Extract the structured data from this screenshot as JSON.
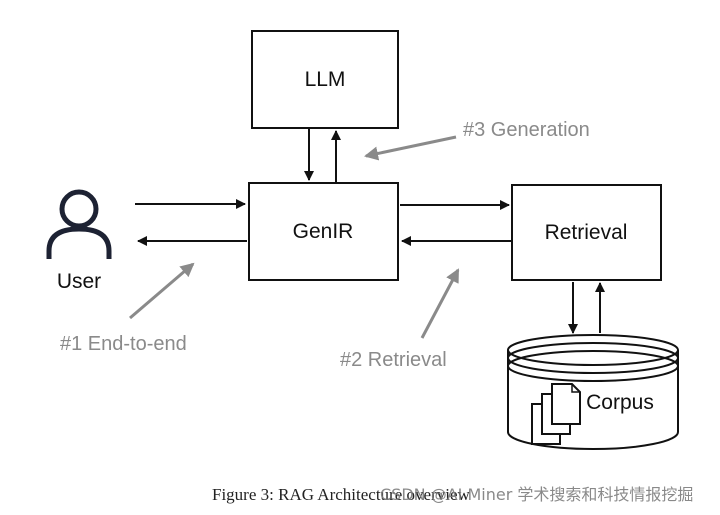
{
  "nodes": {
    "llm": "LLM",
    "genir": "GenIR",
    "retrieval": "Retrieval",
    "user": "User",
    "corpus": "Corpus"
  },
  "annotations": {
    "end_to_end": "#1 End-to-end",
    "retrieval": "#2 Retrieval",
    "generation": "#3 Generation"
  },
  "caption": "Figure 3: RAG Architecture overview",
  "watermark": "CSDN @AI Miner 学术搜索和科技情报挖掘",
  "icons": {
    "user": "user-icon",
    "corpus": "database-cylinder-icon",
    "documents": "document-stack-icon"
  },
  "colors": {
    "line": "#111111",
    "annotation": "#8a8a8a"
  }
}
